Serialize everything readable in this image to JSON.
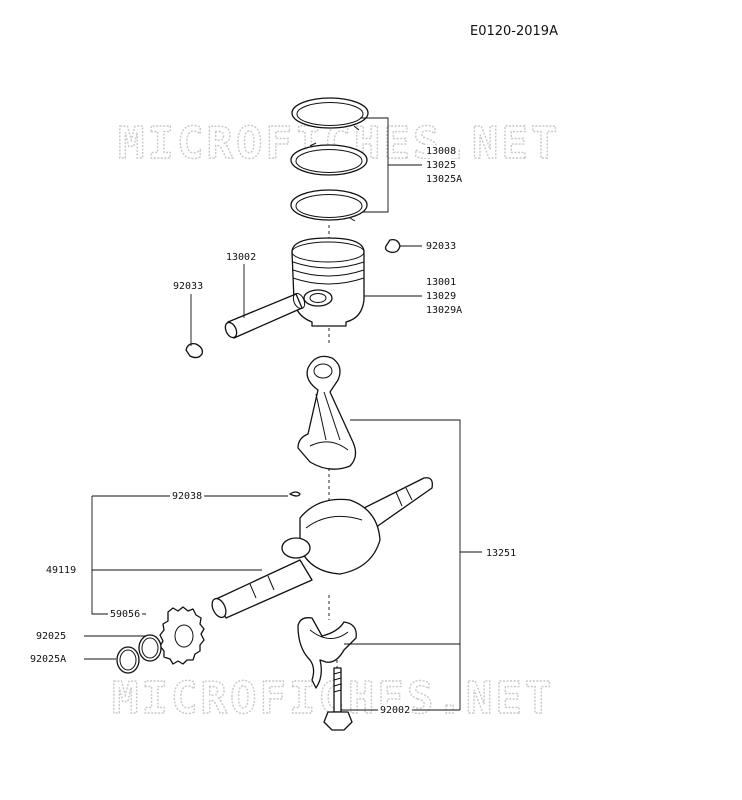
{
  "header": {
    "diagram_id": "E0120-2019A"
  },
  "watermark": {
    "text": "MICROFICHES.NET"
  },
  "parts": {
    "ring_top": "13008",
    "ring_second": "13025",
    "ring_set": "13025A",
    "circlip_right": "92033",
    "piston_pin": "13002",
    "circlip_left": "92033",
    "piston": "13001",
    "piston_alt": "13029",
    "piston_alt2": "13029A",
    "key": "92038",
    "crankshaft": "49119",
    "conrod_assy": "13251",
    "gear": "59056",
    "washer": "92025",
    "washer_alt": "92025A",
    "bolt": "92002"
  },
  "colors": {
    "ink": "#111111",
    "watermark": "#c8c8c8",
    "background": "#ffffff"
  }
}
